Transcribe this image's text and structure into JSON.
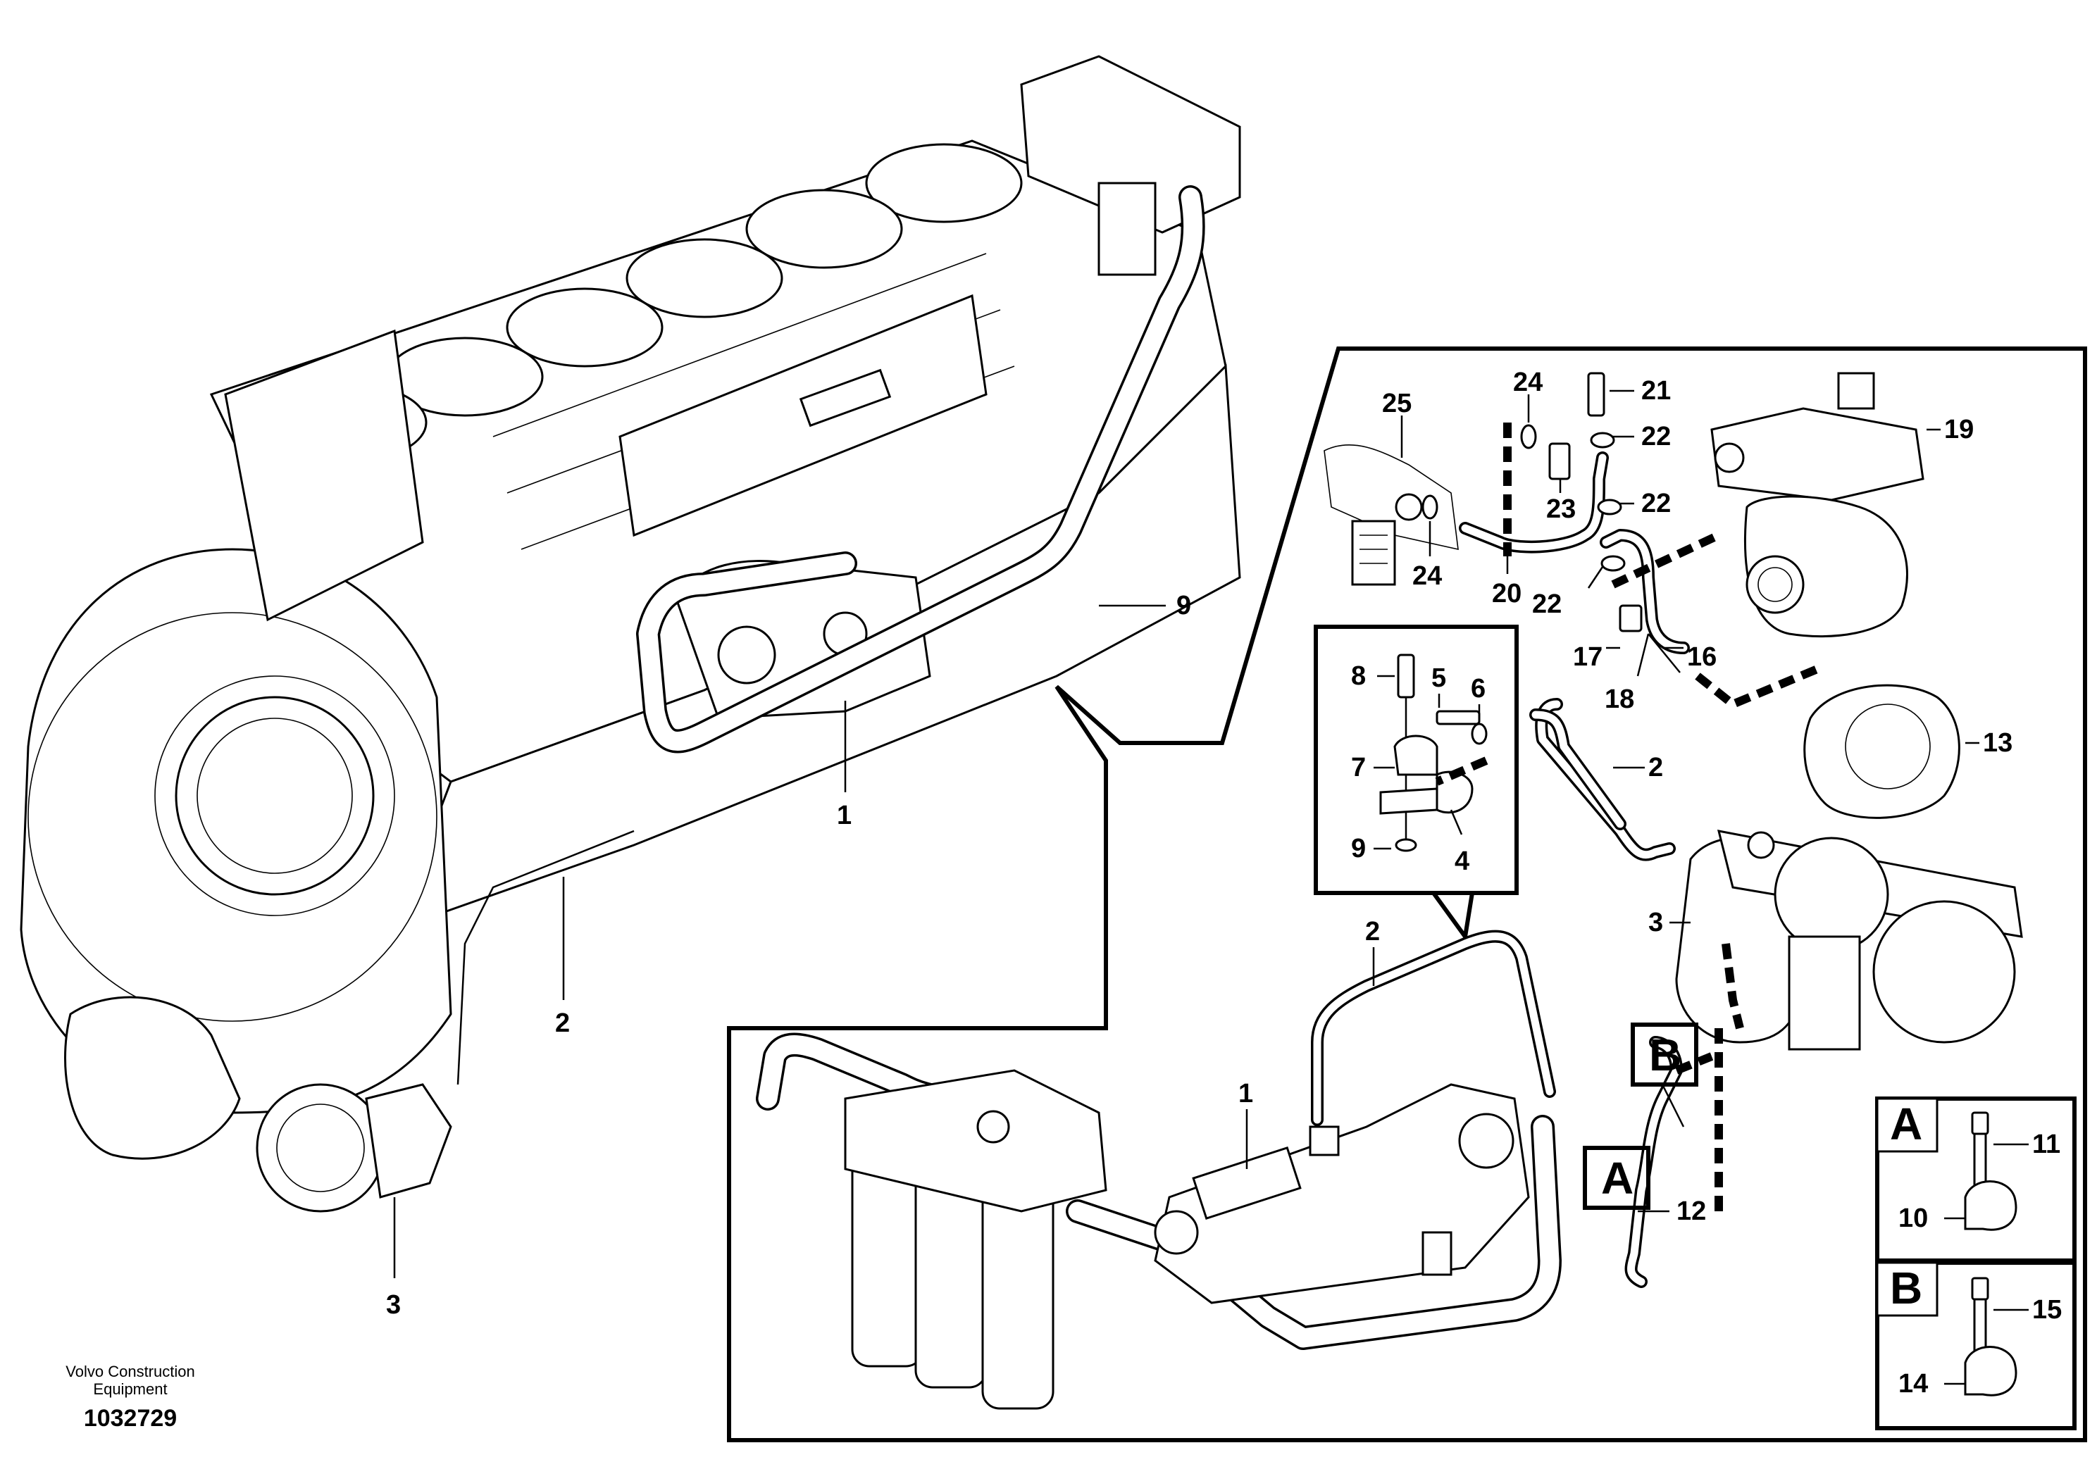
{
  "credit": {
    "line1": "Volvo Construction",
    "line2": "Equipment",
    "doc_number": "1032729"
  },
  "callouts": {
    "main": [
      "1",
      "2",
      "3",
      "9"
    ],
    "inset_clamp": [
      "8",
      "5",
      "6",
      "7",
      "4",
      "9"
    ],
    "inset_compressor": [
      "25",
      "24",
      "21",
      "22",
      "19",
      "23",
      "22",
      "24",
      "20",
      "22",
      "17",
      "16",
      "18",
      "13",
      "2",
      "3"
    ],
    "inset_filter": [
      "2",
      "1",
      "12"
    ],
    "detail_a": [
      "11",
      "10"
    ],
    "detail_b": [
      "15",
      "14"
    ]
  },
  "view_letters": {
    "a_marker": "A",
    "b_marker": "B",
    "a_detail": "A",
    "b_detail": "B"
  },
  "colors": {
    "line": "#000000",
    "background": "#ffffff"
  }
}
